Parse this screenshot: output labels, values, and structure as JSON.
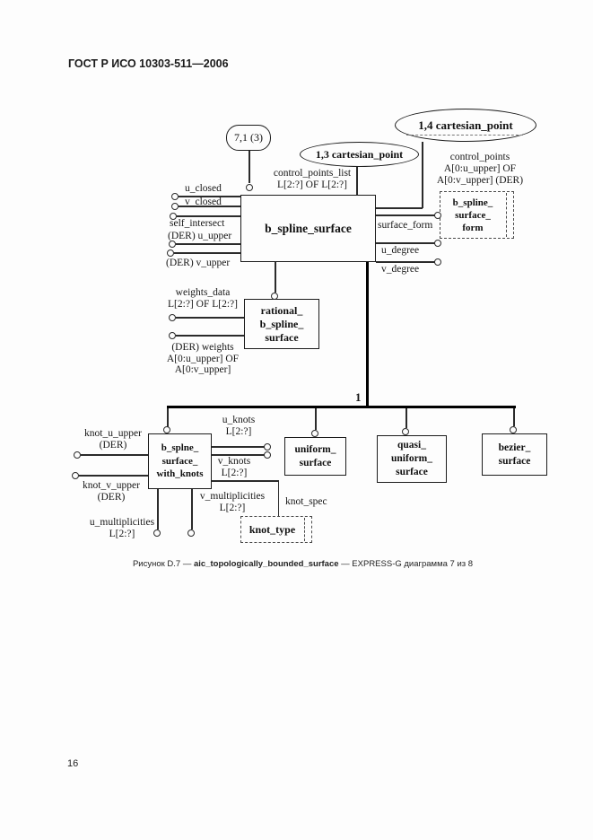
{
  "header": {
    "title": "ГОСТ Р ИСО 10303-511—2006"
  },
  "footer": {
    "page_number": "16"
  },
  "caption": {
    "prefix": "Рисунок D.7 — ",
    "entity": "aic_topologically_bounded_surface",
    "suffix": " — EXPRESS-G диаграмма 7 из 8"
  },
  "diagram": {
    "notation": "EXPRESS-G",
    "page_refs": {
      "ref713": "7,1 (3)",
      "ref13": "1,3 cartesian_point",
      "ref14": "1,4 cartesian_point"
    },
    "entities": {
      "b_spline_surface": {
        "lines": [
          "b_spline_surface"
        ]
      },
      "b_spline_surface_form": {
        "lines": [
          "b_spline_",
          "surface_",
          "form"
        ],
        "style": "dashed"
      },
      "rational_b_spline_surface": {
        "lines": [
          "rational_",
          "b_spline_",
          "surface"
        ]
      },
      "b_spline_surface_with_knots": {
        "lines": [
          "b_splne_",
          "surface_",
          "with_knots"
        ]
      },
      "uniform_surface": {
        "lines": [
          "uniform_",
          "surface"
        ]
      },
      "quasi_uniform_surface": {
        "lines": [
          "quasi_",
          "uniform_",
          "surface"
        ]
      },
      "bezier_surface": {
        "lines": [
          "bezier_",
          "surface"
        ]
      },
      "knot_type": {
        "lines": [
          "knot_type"
        ],
        "style": "dashed"
      }
    },
    "labels": {
      "control_points_list": [
        "control_points_list",
        "L[2:?] OF L[2:?]"
      ],
      "control_points": [
        "control_points",
        "A[0:u_upper] OF",
        "A[0:v_upper] (DER)"
      ],
      "u_closed": "u_closed",
      "v_closed": "v_closed",
      "self_intersect": "self_intersect",
      "der_u_upper": "(DER) u_upper",
      "der_v_upper": "(DER)  v_upper",
      "surface_form": "surface_form",
      "u_degree": "u_degree",
      "v_degree": "v_degree",
      "weights_data": [
        "weights_data",
        "L[2:?] OF L[2:?]"
      ],
      "der_weights": [
        "(DER) weights",
        "A[0:u_upper] OF",
        "A[0:v_upper]"
      ],
      "one": "1",
      "knot_u_upper": [
        "knot_u_upper",
        "(DER)"
      ],
      "knot_v_upper": [
        "knot_v_upper",
        "(DER)"
      ],
      "u_knots": [
        "u_knots",
        "L[2:?]"
      ],
      "v_knots": [
        "v_knots",
        "L[2:?]"
      ],
      "v_multiplicities": [
        "v_multiplicities",
        "L[2:?]"
      ],
      "knot_spec": "knot_spec",
      "u_multiplicities": [
        "u_multiplicities",
        "L[2:?]"
      ]
    }
  }
}
